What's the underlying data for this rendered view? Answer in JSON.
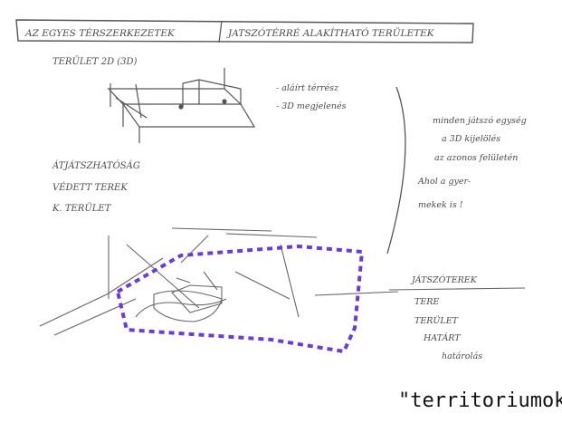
{
  "page": {
    "caption": "\"territoriumok"
  },
  "sketch": {
    "header": {
      "left": "AZ EGYES TÉRSZERKEZETEK",
      "right": "JATSZÓTÉRRÉ ALAKÍTHATÓ TERÜLETEK"
    },
    "left_notes": {
      "item_1": "TERÜLET 2D (3D)",
      "item_2": "ÁTJÁTSZHATÓSÁG",
      "item_3": "VÉDETT TEREK",
      "item_4": "K. TERÜLET"
    },
    "mid_notes": {
      "line_1": "- aláírt térrész",
      "line_2": "- 3D megjelenés"
    },
    "right_note": [
      "minden játszó egység",
      "a 3D kijelölés",
      "az azonos felületén",
      "Ahol a gyer-",
      "mekek is !"
    ],
    "bottom_right_note": [
      "JÁTSZÓTEREK",
      "TERE",
      "TERÜLET",
      "HATÁRT",
      "határolás"
    ],
    "colors": {
      "ink": "#4b4b4b",
      "dashed_boundary": "#6b3bd8"
    }
  }
}
